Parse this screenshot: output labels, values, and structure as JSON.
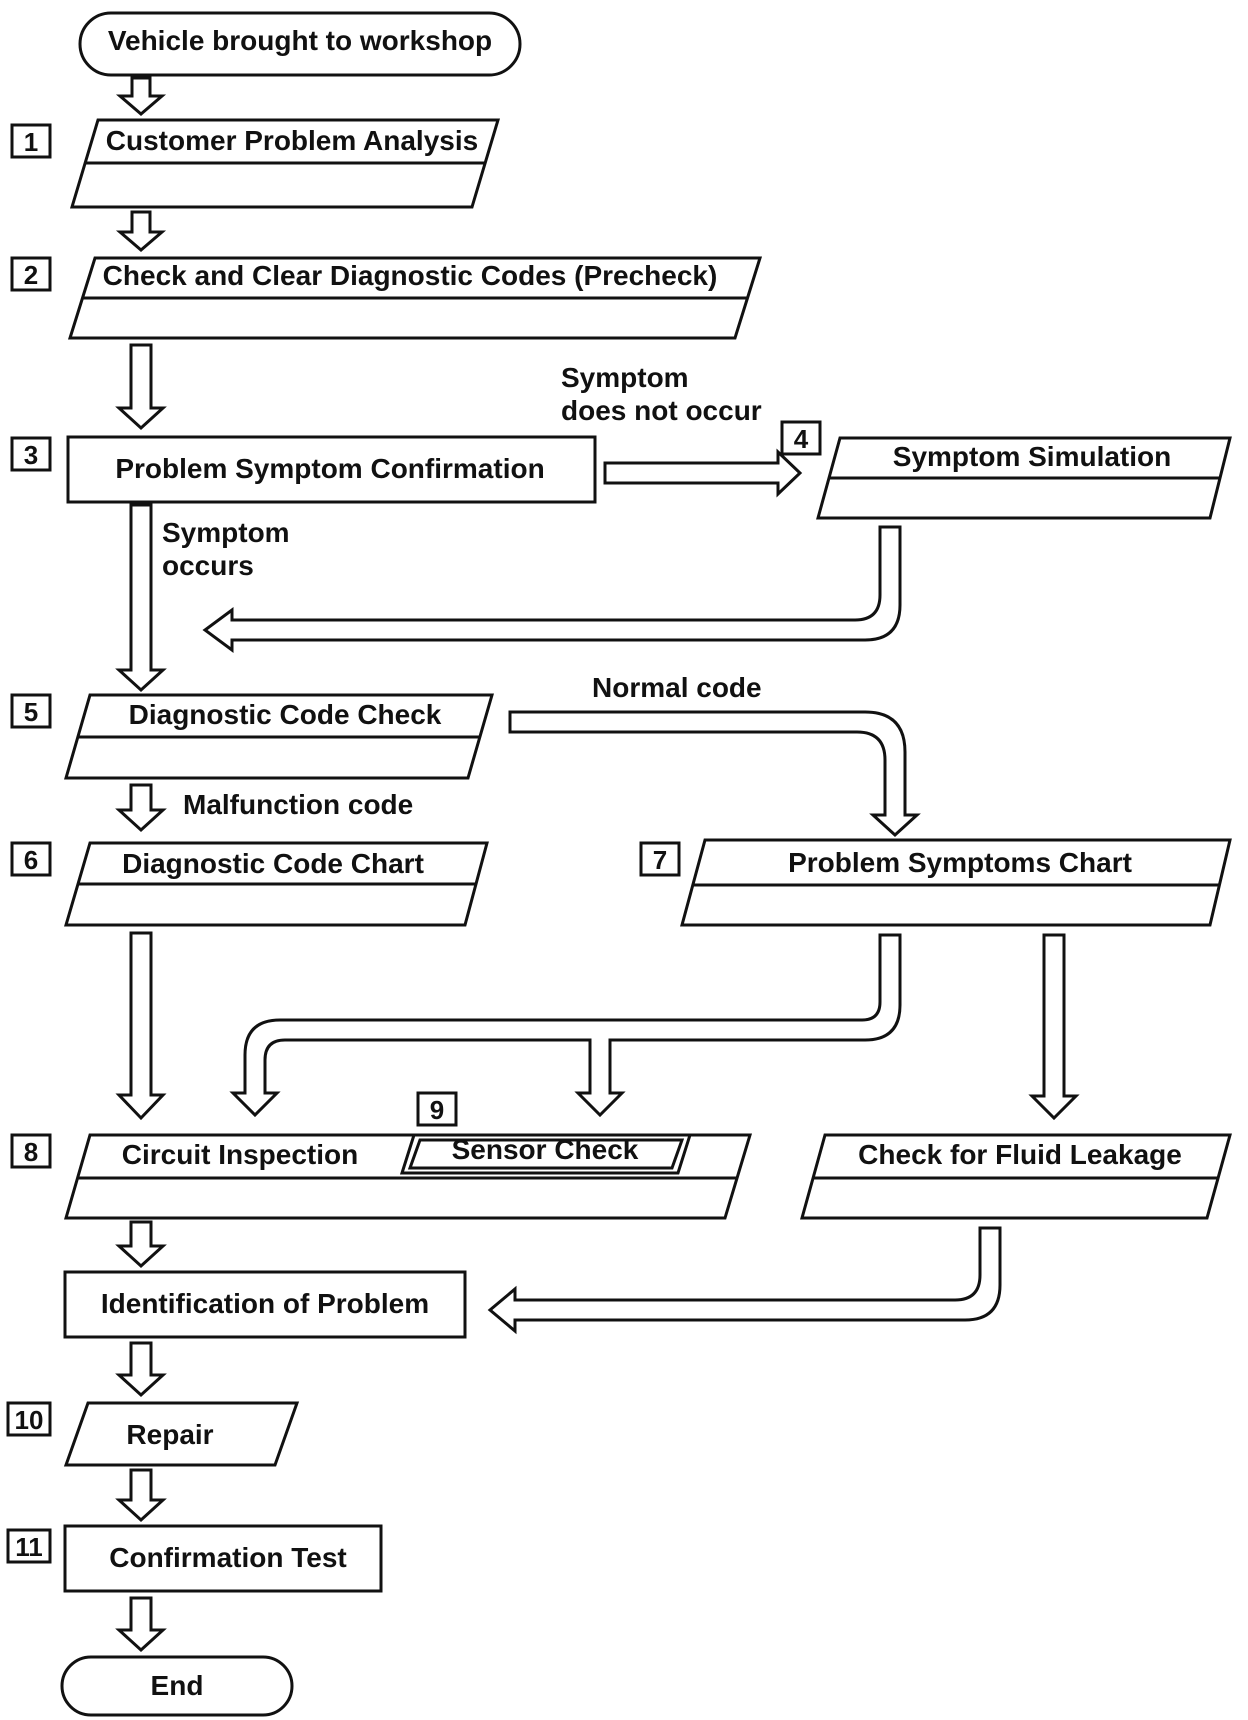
{
  "start": "Vehicle brought to workshop",
  "steps": {
    "s1": {
      "num": "1",
      "label": "Customer Problem Analysis"
    },
    "s2": {
      "num": "2",
      "label": "Check and Clear Diagnostic Codes (Precheck)"
    },
    "s3": {
      "num": "3",
      "label": "Problem Symptom Confirmation"
    },
    "s4": {
      "num": "4",
      "label": "Symptom Simulation"
    },
    "s5": {
      "num": "5",
      "label": "Diagnostic Code Check"
    },
    "s6": {
      "num": "6",
      "label": "Diagnostic Code Chart"
    },
    "s7": {
      "num": "7",
      "label": "Problem Symptoms Chart"
    },
    "s8": {
      "num": "8",
      "label": "Circuit Inspection"
    },
    "s9": {
      "num": "9",
      "label": "Sensor Check"
    },
    "s10": {
      "num": "10",
      "label": "Repair"
    },
    "s11": {
      "num": "11",
      "label": "Confirmation Test"
    }
  },
  "fluid": "Check for Fluid Leakage",
  "identification": "Identification of Problem",
  "end": "End",
  "labels": {
    "does_not_occur_1": "Symptom",
    "does_not_occur_2": "does not occur",
    "occurs_1": "Symptom",
    "occurs_2": "occurs",
    "normal_code": "Normal code",
    "malfunction_code": "Malfunction code"
  }
}
